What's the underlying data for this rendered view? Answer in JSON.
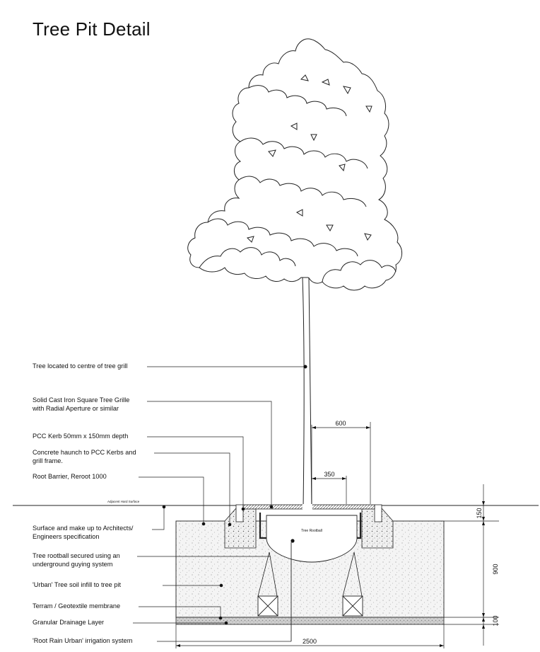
{
  "title": "Tree Pit Detail",
  "labels": {
    "tree_centre": "Tree located to centre of tree grill",
    "grille_line1": "Solid Cast Iron Square Tree Grille",
    "grille_line2": "with Radial Aperture or similar",
    "kerb": "PCC Kerb 50mm x 150mm depth",
    "haunch_line1": "Concrete haunch to PCC Kerbs and",
    "haunch_line2": "grill frame.",
    "root_barrier": "Root Barrier, Reroot 1000",
    "surface_line1": "Surface and make up to Architects/",
    "surface_line2": "Engineers specification",
    "rootball_line1": "Tree rootball secured using an",
    "rootball_line2": "underground guying system",
    "soil": "'Urban' Tree soil infill to tree pit",
    "terram": "Terram / Geotextile membrane",
    "drainage": "Granular Drainage Layer",
    "irrigation": "'Root Rain Urban' irrigation system"
  },
  "drawing": {
    "adjacent_surface": "Adjacent Hard Surface",
    "tree_rootball": "Tree Rootball",
    "dimensions": {
      "d600": "600",
      "d350": "350",
      "d150": "150",
      "d900": "900",
      "d100": "100",
      "d2500": "2500"
    }
  }
}
